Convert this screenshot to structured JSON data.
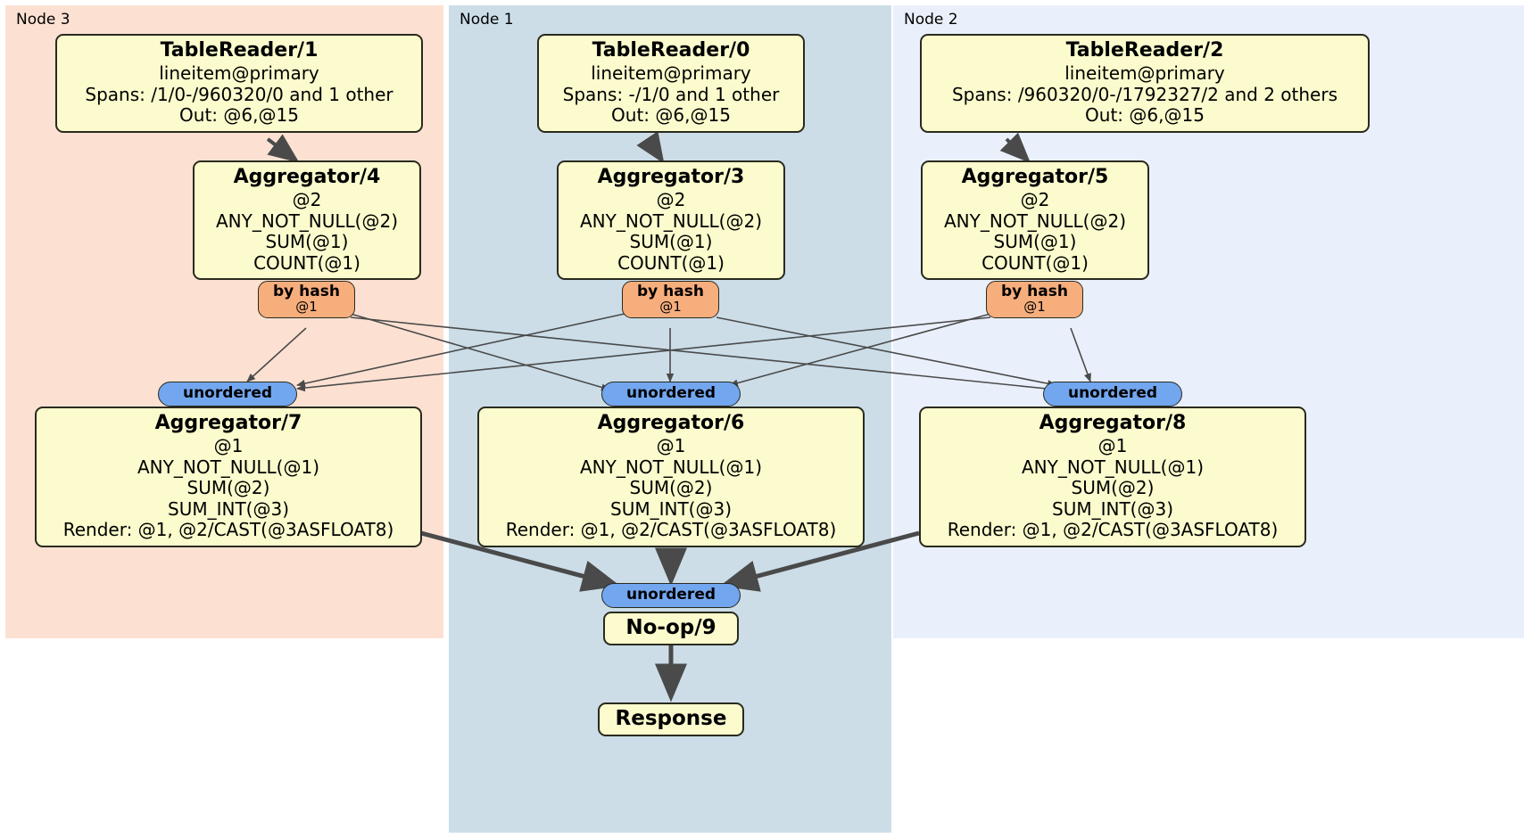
{
  "diagram": {
    "type": "distributed-query-plan",
    "colors": {
      "node3_panel": "#fce1d2",
      "node1_panel": "#ccdde8",
      "node2_panel": "#eaf0fb",
      "processor_box": "#fbfbcd",
      "hash_router_badge": "#f7ae7d",
      "unordered_synchronizer_badge": "#72a6ef",
      "edge_stroke": "#4a4a4a",
      "box_border": "#2a2a1e"
    }
  },
  "panels": [
    {
      "id": "node3",
      "label": "Node 3"
    },
    {
      "id": "node1",
      "label": "Node 1"
    },
    {
      "id": "node2",
      "label": "Node 2"
    }
  ],
  "processors": {
    "table_reader_1": {
      "title": "TableReader/1",
      "lines": [
        "lineitem@primary",
        "Spans: /1/0-/960320/0 and 1 other",
        "Out: @6,@15"
      ]
    },
    "table_reader_0": {
      "title": "TableReader/0",
      "lines": [
        "lineitem@primary",
        "Spans: -/1/0 and 1 other",
        "Out: @6,@15"
      ]
    },
    "table_reader_2": {
      "title": "TableReader/2",
      "lines": [
        "lineitem@primary",
        "Spans: /960320/0-/1792327/2 and 2 others",
        "Out: @6,@15"
      ]
    },
    "aggregator_4": {
      "title": "Aggregator/4",
      "lines": [
        "@2",
        "ANY_NOT_NULL(@2)",
        "SUM(@1)",
        "COUNT(@1)"
      ]
    },
    "aggregator_3": {
      "title": "Aggregator/3",
      "lines": [
        "@2",
        "ANY_NOT_NULL(@2)",
        "SUM(@1)",
        "COUNT(@1)"
      ]
    },
    "aggregator_5": {
      "title": "Aggregator/5",
      "lines": [
        "@2",
        "ANY_NOT_NULL(@2)",
        "SUM(@1)",
        "COUNT(@1)"
      ]
    },
    "aggregator_7": {
      "title": "Aggregator/7",
      "lines": [
        "@1",
        "ANY_NOT_NULL(@1)",
        "SUM(@2)",
        "SUM_INT(@3)",
        "Render: @1, @2/CAST(@3ASFLOAT8)"
      ]
    },
    "aggregator_6": {
      "title": "Aggregator/6",
      "lines": [
        "@1",
        "ANY_NOT_NULL(@1)",
        "SUM(@2)",
        "SUM_INT(@3)",
        "Render: @1, @2/CAST(@3ASFLOAT8)"
      ]
    },
    "aggregator_8": {
      "title": "Aggregator/8",
      "lines": [
        "@1",
        "ANY_NOT_NULL(@1)",
        "SUM(@2)",
        "SUM_INT(@3)",
        "Render: @1, @2/CAST(@3ASFLOAT8)"
      ]
    },
    "noop_9": {
      "title": "No-op/9",
      "lines": []
    },
    "response": {
      "title": "Response",
      "lines": []
    }
  },
  "routers": {
    "hash_4": {
      "kind": "by hash",
      "column": "@1"
    },
    "hash_3": {
      "kind": "by hash",
      "column": "@1"
    },
    "hash_5": {
      "kind": "by hash",
      "column": "@1"
    }
  },
  "synchronizers": {
    "sync_7": {
      "kind": "unordered"
    },
    "sync_6": {
      "kind": "unordered"
    },
    "sync_8": {
      "kind": "unordered"
    },
    "sync_final": {
      "kind": "unordered"
    }
  }
}
